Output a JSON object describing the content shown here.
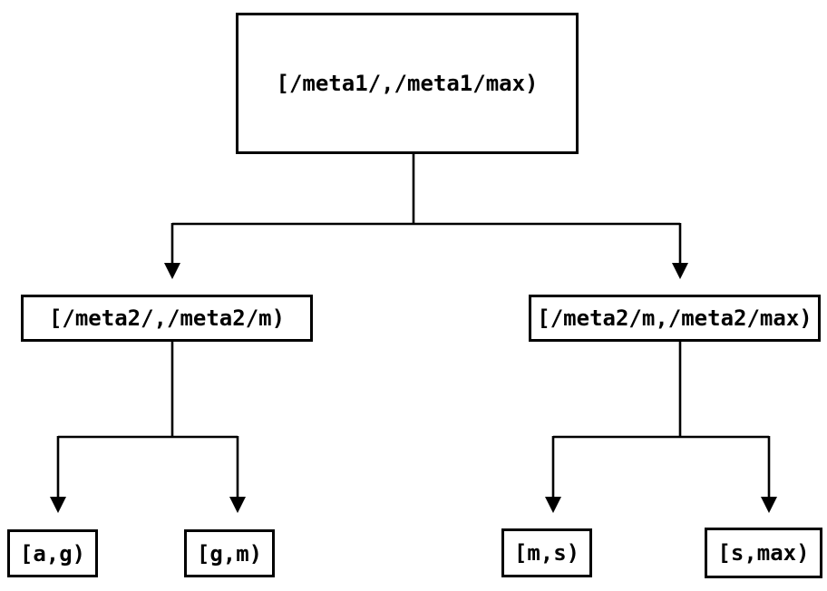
{
  "diagram": {
    "type": "tree",
    "root": {
      "label": "[/meta1/,/meta1/max)"
    },
    "level2": {
      "left": {
        "label": "[/meta2/,/meta2/m)"
      },
      "right": {
        "label": "[/meta2/m,/meta2/max)"
      }
    },
    "leaves": {
      "ag": {
        "label": "[a,g)"
      },
      "gm": {
        "label": "[g,m)"
      },
      "ms": {
        "label": "[m,s)"
      },
      "smax": {
        "label": "[s,max)"
      }
    },
    "colors": {
      "background": "#ffffff",
      "line": "#000000",
      "box_border": "#000000",
      "text": "#000000"
    }
  }
}
